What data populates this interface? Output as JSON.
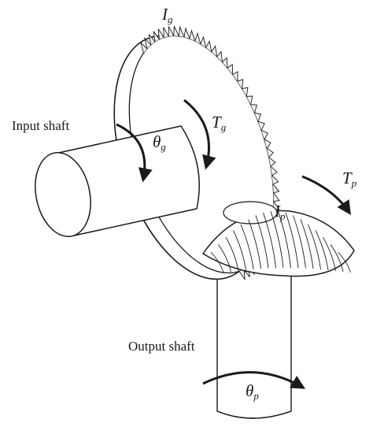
{
  "figure": {
    "labels": {
      "input_shaft": "Input shaft",
      "output_shaft": "Output shaft"
    },
    "symbols": {
      "inertia_gear": {
        "base": "I",
        "sub": "g"
      },
      "torque_gear": {
        "base": "T",
        "sub": "g"
      },
      "angle_gear": {
        "base": "θ",
        "sub": "g"
      },
      "inertia_pinion": {
        "base": "I",
        "sub": "p"
      },
      "torque_pinion": {
        "base": "T",
        "sub": "p"
      },
      "angle_pinion": {
        "base": "θ",
        "sub": "p"
      }
    }
  }
}
